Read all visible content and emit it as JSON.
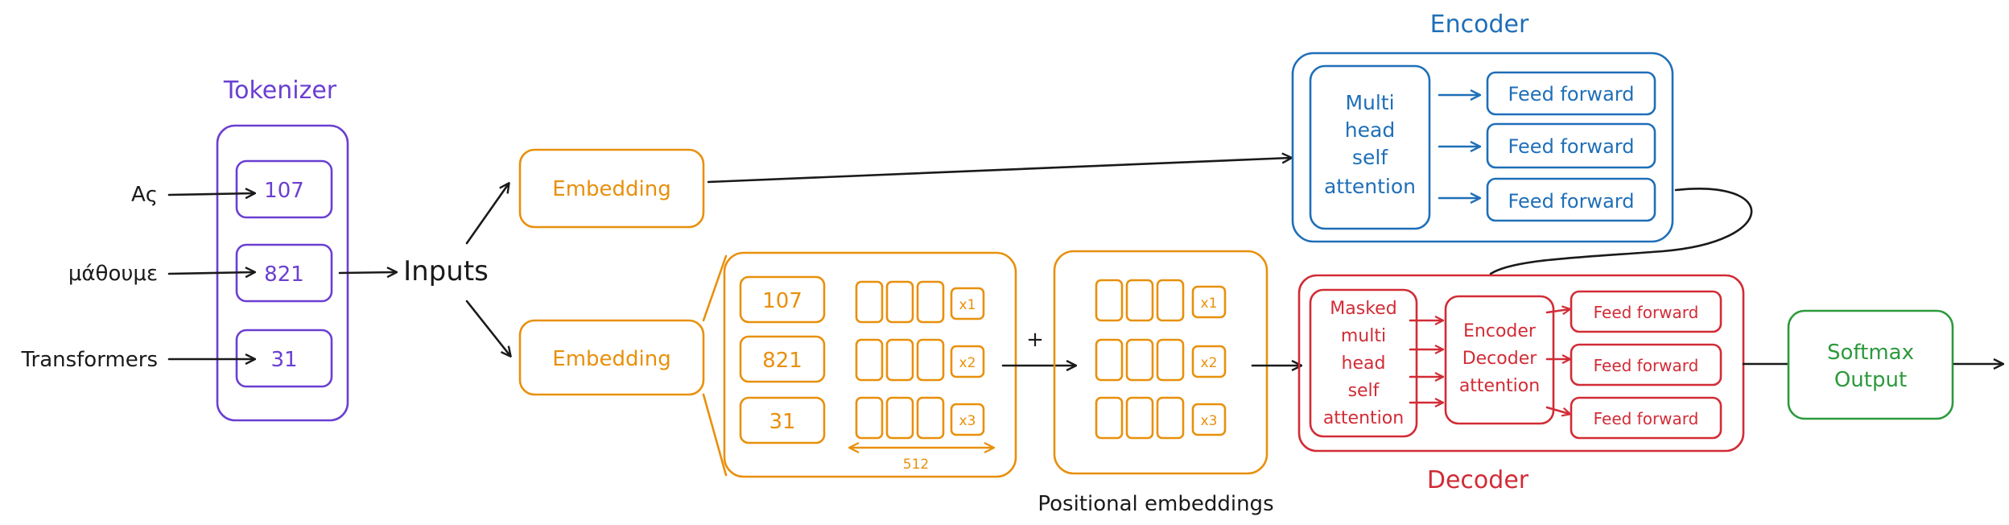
{
  "colors": {
    "tokenizer": "#6a3fd1",
    "embedding": "#e8900c",
    "encoder": "#1f6fb8",
    "decoder": "#d12c36",
    "output": "#2c9a3c",
    "neutral": "#1a1a1a"
  },
  "tokenizer": {
    "title": "Tokenizer",
    "words": [
      "Ας",
      "μάθουμε",
      "Transformers"
    ],
    "ids": [
      "107",
      "821",
      "31"
    ]
  },
  "inputs_label": "Inputs",
  "embedding_top": {
    "label": "Embedding"
  },
  "embedding_bottom": {
    "label": "Embedding"
  },
  "embedding_matrix": {
    "ids": [
      "107",
      "821",
      "31"
    ],
    "vector_labels": [
      "x1",
      "x2",
      "x3"
    ],
    "dimension": "512"
  },
  "plus_sign": "+",
  "positional": {
    "vector_labels": [
      "x1",
      "x2",
      "x3"
    ],
    "caption": "Positional embeddings"
  },
  "encoder": {
    "title": "Encoder",
    "attention_lines": [
      "Multi",
      "head",
      "self",
      "attention"
    ],
    "feed_forward": [
      "Feed forward",
      "Feed forward",
      "Feed forward"
    ]
  },
  "decoder": {
    "title": "Decoder",
    "masked_lines": [
      "Masked",
      "multi",
      "head",
      "self",
      "attention"
    ],
    "cross_lines": [
      "Encoder",
      "Decoder",
      "attention"
    ],
    "feed_forward": [
      "Feed forward",
      "Feed forward",
      "Feed forward"
    ]
  },
  "output": {
    "lines": [
      "Softmax",
      "Output"
    ]
  }
}
